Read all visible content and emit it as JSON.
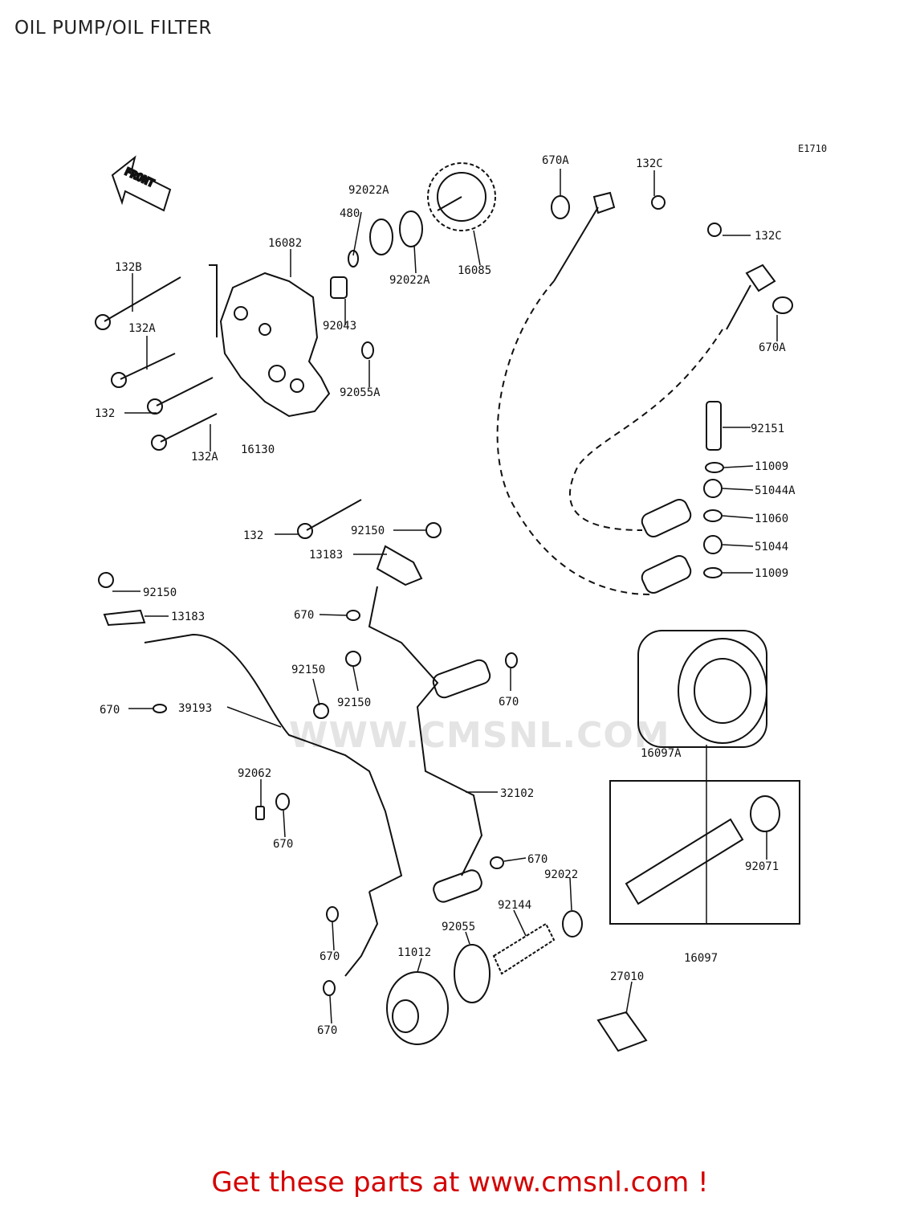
{
  "page": {
    "title": "OIL PUMP/OIL FILTER",
    "diagram_code": "E1710",
    "footer_text": "Get these parts at www.cmsnl.com !",
    "watermark_text": "WWW.CMSNL.COM"
  },
  "arrow_label": "FRONT",
  "part_labels": [
    "92022A",
    "480",
    "16082",
    "132B",
    "132A",
    "132",
    "132A",
    "16130",
    "132",
    "92043",
    "92055A",
    "92022A",
    "16085",
    "670A",
    "132C",
    "132C",
    "670A",
    "92151",
    "11009",
    "51044A",
    "11060",
    "51044",
    "11009",
    "92150",
    "13183",
    "92150",
    "13183",
    "670",
    "670",
    "39193",
    "92150",
    "92150",
    "670",
    "16097A",
    "92062",
    "670",
    "32102",
    "670",
    "92022",
    "92071",
    "16097",
    "670",
    "92144",
    "92055",
    "11012",
    "670",
    "27010"
  ]
}
